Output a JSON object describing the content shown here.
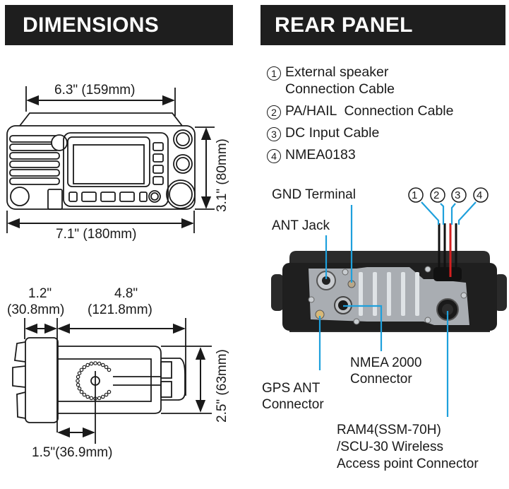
{
  "headers": {
    "dimensions": "DIMENSIONS",
    "rear_panel": "REAR PANEL"
  },
  "front_view": {
    "top_width": "6.3\" (159mm)",
    "total_width": "7.1\" (180mm)",
    "height": "3.1\" (80mm)"
  },
  "side_view": {
    "front_depth_line1": "1.2\"",
    "front_depth_line2": "(30.8mm)",
    "body_depth_line1": "4.8\"",
    "body_depth_line2": "(121.8mm)",
    "height": "2.5\" (63mm)",
    "mount_offset": "1.5\"(36.9mm)"
  },
  "cable_legend": [
    {
      "num": "1",
      "line1": "External speaker",
      "line2": "Connection Cable"
    },
    {
      "num": "2",
      "line1": "PA/HAIL  Connection Cable"
    },
    {
      "num": "3",
      "line1": "DC Input Cable"
    },
    {
      "num": "4",
      "line1": "NMEA0183"
    }
  ],
  "rear_callouts": {
    "gnd_terminal": "GND Terminal",
    "ant_jack": "ANT Jack",
    "gps_ant_line1": "GPS ANT",
    "gps_ant_line2": "Connector",
    "nmea2000_line1": "NMEA 2000",
    "nmea2000_line2": "Connector",
    "ram4_line1": "RAM4(SSM-70H)",
    "ram4_line2": "/SCU-30 Wireless",
    "ram4_line3": "Access point Connector",
    "cable_numbers": [
      "1",
      "2",
      "3",
      "4"
    ]
  },
  "colors": {
    "header_bg": "#1e1e1e",
    "leader_line": "#1ea0dc",
    "dc_cable": "#d42020"
  }
}
